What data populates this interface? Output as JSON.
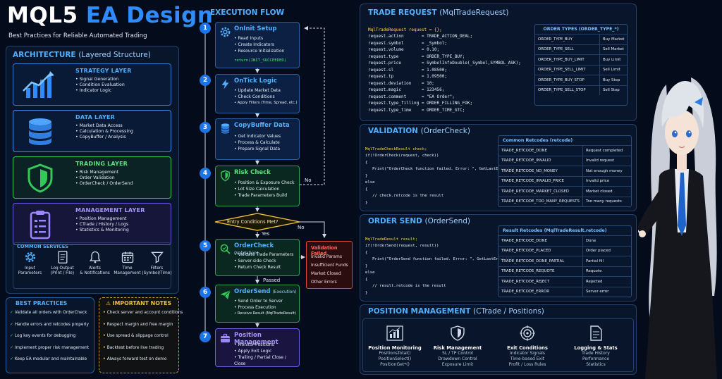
{
  "header": {
    "title_a": "MQL5",
    "title_b": "EA Design",
    "subtitle": "Best Practices for Reliable Automated Trading"
  },
  "colors": {
    "accent": "#4fb0ff",
    "strategy": "#2a7bd8",
    "data": "#3b8be8",
    "trading": "#34c759",
    "management": "#8f6bff",
    "warning": "#f0c23a",
    "error": "#e0463a"
  },
  "architecture": {
    "title": "ARCHITECTURE",
    "sub": "(Layered Structure)",
    "layers": [
      {
        "name": "STRATEGY LAYER",
        "icon": "chart-icon",
        "items": [
          "Signal Generation",
          "Condition Evaluation",
          "Indicator Logic"
        ]
      },
      {
        "name": "DATA LAYER",
        "icon": "database-icon",
        "items": [
          "Market Data Access",
          "Calculation & Processing",
          "CopyBuffer / Analysis"
        ]
      },
      {
        "name": "TRADING LAYER",
        "icon": "shield-icon",
        "items": [
          "Risk Management",
          "Order Validation",
          "OrderCheck / OrderSend"
        ]
      },
      {
        "name": "MANAGEMENT LAYER",
        "icon": "clipboard-icon",
        "items": [
          "Position Management",
          "CTrade / History / Logs",
          "Statistics & Monitoring"
        ]
      }
    ],
    "services_title": "COMMON SERVICES",
    "services": [
      {
        "label1": "Input",
        "label2": "Parameters",
        "icon": "gear-icon"
      },
      {
        "label1": "Log Output",
        "label2": "(Print / File)",
        "icon": "log-icon"
      },
      {
        "label1": "Alerts",
        "label2": "& Notifications",
        "icon": "bell-icon"
      },
      {
        "label1": "Time",
        "label2": "Management",
        "icon": "calendar-icon"
      },
      {
        "label1": "Filters",
        "label2": "(Symbol/Time)",
        "icon": "filter-icon"
      }
    ]
  },
  "best_practices": {
    "title": "BEST PRACTICES",
    "items": [
      "Validate all orders with OrderCheck",
      "Handle errors and retcodes properly",
      "Log key events for debugging",
      "Implement proper risk management",
      "Keep EA modular and maintainable"
    ]
  },
  "notes": {
    "title": "IMPORTANT NOTES",
    "items": [
      "Check server and account conditions",
      "Respect margin and free margin",
      "Use spread & slippage control",
      "Backtest before live trading",
      "Always forward test on demo"
    ]
  },
  "flow": {
    "title": "EXECUTION FLOW",
    "steps": [
      {
        "num": "1",
        "title": "OnInit Setup",
        "paren": "",
        "icon": "gear-icon",
        "items": [
          "Read Inputs",
          "Create Indicators",
          "Resource Initialization"
        ],
        "code": "return(INIT_SUCCEEDED)"
      },
      {
        "num": "2",
        "title": "OnTick Logic",
        "paren": "",
        "icon": "bolt-icon",
        "items": [
          "Update Market Data",
          "Check Conditions",
          "Apply Filters (Time, Spread, etc.)"
        ]
      },
      {
        "num": "3",
        "title": "CopyBuffer Data",
        "paren": "",
        "icon": "database-icon",
        "items": [
          "Get Indicator Values",
          "Process & Calculate",
          "Prepare Signal Data"
        ]
      },
      {
        "num": "4",
        "title": "Risk Check",
        "paren": "",
        "icon": "shield-icon",
        "items": [
          "Position & Exposure Check",
          "Lot Size Calculation",
          "Trade Parameters Build"
        ]
      },
      {
        "num": "5",
        "title": "OrderCheck",
        "paren": "(Validation)",
        "icon": "search-icon",
        "items": [
          "Validate Trade Parameters",
          "Server-side Check",
          "Return Check Result"
        ]
      },
      {
        "num": "6",
        "title": "OrderSend",
        "paren": "(Execution)",
        "icon": "send-icon",
        "items": [
          "Send Order to Server",
          "Process Execution",
          "Receive Result (MqlTradeResult)"
        ]
      },
      {
        "num": "7",
        "title": "Position Management",
        "paren": "",
        "icon": "briefcase-icon",
        "items": [
          "Monitor Positions",
          "Apply Exit Logic",
          "Trailing / Partial Close / Close"
        ]
      }
    ],
    "decision": "Entry Conditions Met?",
    "yes": "Yes",
    "no": "No",
    "no2": "No",
    "passed": "Passed",
    "failed": {
      "title": "Validation Failed",
      "items": [
        "Invalid Params",
        "Insufficient Funds",
        "Market Closed",
        "Other Errors"
      ]
    }
  },
  "trade_request": {
    "title": "TRADE REQUEST",
    "sub": "(MqlTradeRequest)",
    "code": [
      "MqlTradeRequest request = {};",
      "request.action       = TRADE_ACTION_DEAL;",
      "request.symbol       = _Symbol;",
      "request.volume       = 0.10;",
      "request.type         = ORDER_TYPE_BUY;",
      "request.price        = SymbolInfoDouble(_Symbol,SYMBOL_ASK);",
      "request.sl           = 1.08500;",
      "request.tp           = 1.09500;",
      "request.deviation    = 10;",
      "request.magic        = 123456;",
      "request.comment      = \"EA Order\";",
      "request.type_filling = ORDER_FILLING_FOK;",
      "request.type_time    = ORDER_TIME_GTC;"
    ],
    "table_title": "ORDER TYPES (ORDER_TYPE_*)",
    "rows": [
      [
        "ORDER_TYPE_BUY",
        "Buy Market"
      ],
      [
        "ORDER_TYPE_SELL",
        "Sell Market"
      ],
      [
        "ORDER_TYPE_BUY_LIMIT",
        "Buy Limit"
      ],
      [
        "ORDER_TYPE_SELL_LIMIT",
        "Sell Limit"
      ],
      [
        "ORDER_TYPE_BUY_STOP",
        "Buy Stop"
      ],
      [
        "ORDER_TYPE_SELL_STOP",
        "Sell Stop"
      ]
    ]
  },
  "validation": {
    "title": "VALIDATION",
    "sub": "(OrderCheck)",
    "code": [
      "MqlTradeCheckResult check;",
      "if(!OrderCheck(request, check))",
      "{",
      "   Print(\"OrderCheck function failed. Error: \", GetLastError());",
      "}",
      "else",
      "{",
      "   // check.retcode is the result",
      "}"
    ],
    "table_title": "Common Retcodes (retcode)",
    "rows": [
      [
        "TRADE_RETCODE_DONE",
        "Request completed"
      ],
      [
        "TRADE_RETCODE_INVALID",
        "Invalid request"
      ],
      [
        "TRADE_RETCODE_NO_MONEY",
        "Not enough money"
      ],
      [
        "TRADE_RETCODE_INVALID_PRICE",
        "Invalid price"
      ],
      [
        "TRADE_RETCODE_MARKET_CLOSED",
        "Market closed"
      ],
      [
        "TRADE_RETCODE_TOO_MANY_REQUESTS",
        "Too many requests"
      ]
    ]
  },
  "order_send": {
    "title": "ORDER SEND",
    "sub": "(OrderSend)",
    "code": [
      "MqlTradeResult result;",
      "if(!OrderSend(request, result))",
      "{",
      "   Print(\"OrderSend function failed. Error: \", GetLastError());",
      "}",
      "else",
      "{",
      "   // result.retcode is the result",
      "}"
    ],
    "table_title": "Result Retcodes (MqlTradeResult.retcode)",
    "rows": [
      [
        "TRADE_RETCODE_DONE",
        "Done"
      ],
      [
        "TRADE_RETCODE_PLACED",
        "Order placed"
      ],
      [
        "TRADE_RETCODE_DONE_PARTIAL",
        "Partial fill"
      ],
      [
        "TRADE_RETCODE_REQUOTE",
        "Requote"
      ],
      [
        "TRADE_RETCODE_REJECT",
        "Rejected"
      ],
      [
        "TRADE_RETCODE_ERROR",
        "Server error"
      ]
    ]
  },
  "position_management": {
    "title": "POSITION MANAGEMENT",
    "sub": "(CTrade / Positions)",
    "cols": [
      {
        "title": "Position Monitoring",
        "icon": "chart-icon",
        "items": [
          "PositionsTotal()",
          "PositionSelect()",
          "PositionGet*()"
        ]
      },
      {
        "title": "Risk Management",
        "icon": "shield-icon",
        "items": [
          "SL / TP Control",
          "Drawdown Control",
          "Exposure Limit"
        ]
      },
      {
        "title": "Exit Conditions",
        "icon": "target-icon",
        "items": [
          "Indicator Signals",
          "Time-based Exit",
          "Profit / Loss Rules"
        ]
      },
      {
        "title": "Logging & Stats",
        "icon": "document-icon",
        "items": [
          "Trade History",
          "Performance",
          "Statistics"
        ]
      }
    ]
  }
}
